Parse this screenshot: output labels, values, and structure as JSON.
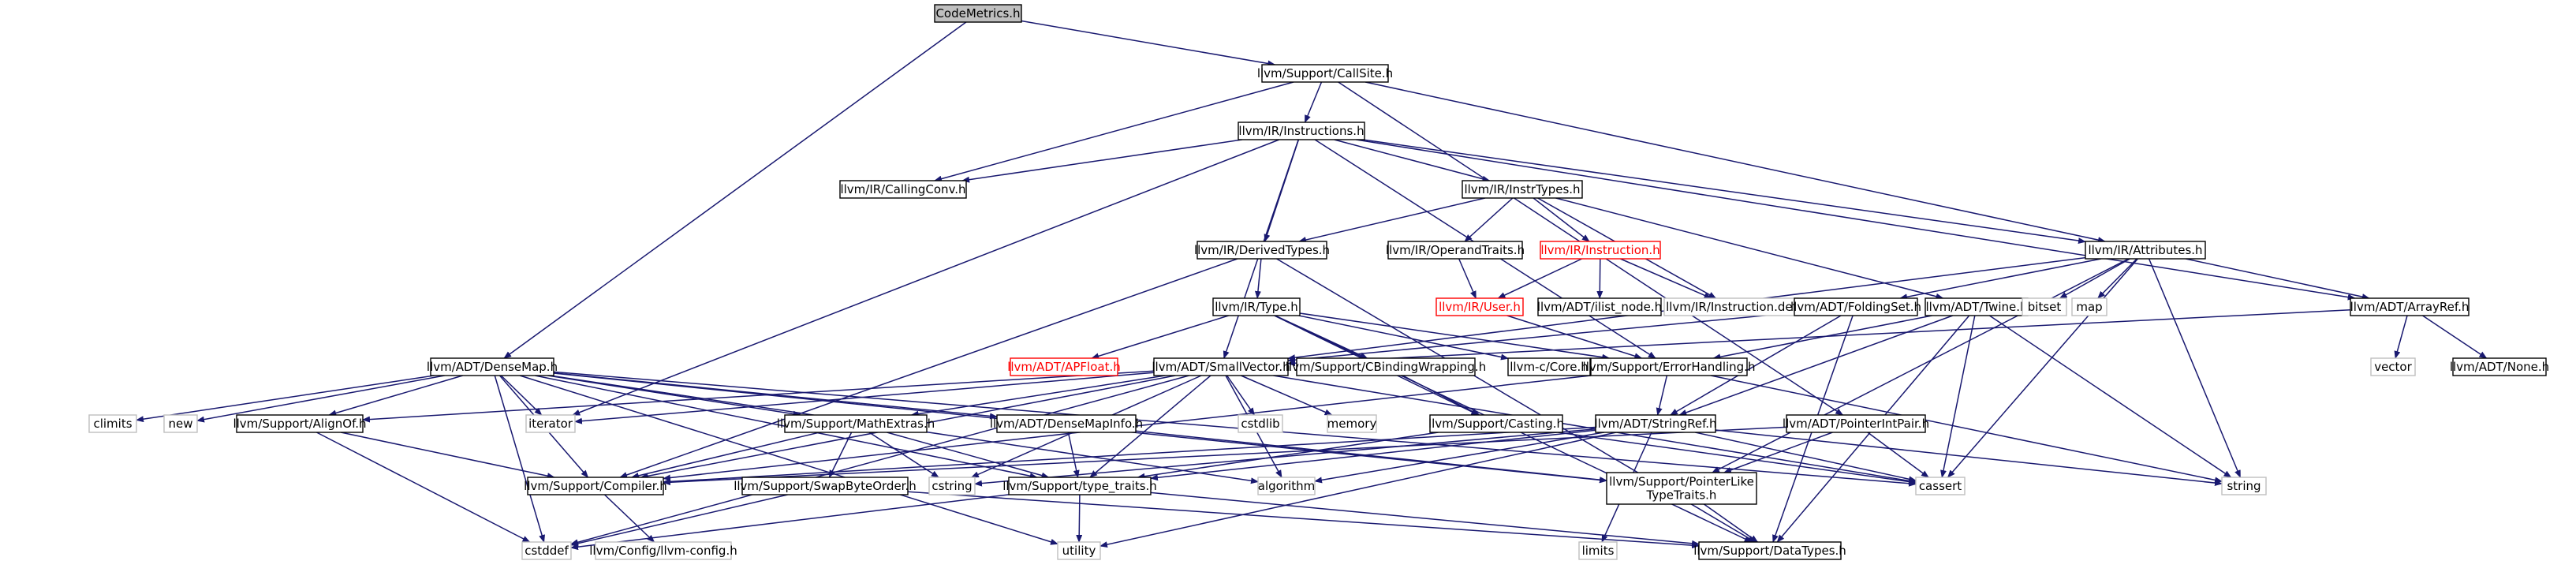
{
  "colors": {
    "edge": "#191970",
    "text": "#000000",
    "border": "#000000",
    "border_missing": "#bfbfbf",
    "border_linked": "#ff0000",
    "text_linked": "#ff0000",
    "root_fill": "#bfbfbf"
  },
  "nodes": [
    {
      "id": "codemetrics",
      "label": "CodeMetrics.h",
      "style": "root"
    },
    {
      "id": "callsite",
      "label": "llvm/Support/CallSite.h",
      "style": "normal"
    },
    {
      "id": "instructions",
      "label": "llvm/IR/Instructions.h",
      "style": "normal"
    },
    {
      "id": "callingconv",
      "label": "llvm/IR/CallingConv.h",
      "style": "normal"
    },
    {
      "id": "instrtypes",
      "label": "llvm/IR/InstrTypes.h",
      "style": "normal"
    },
    {
      "id": "derivedtypes",
      "label": "llvm/IR/DerivedTypes.h",
      "style": "normal"
    },
    {
      "id": "operandtraits",
      "label": "llvm/IR/OperandTraits.h",
      "style": "normal"
    },
    {
      "id": "instruction",
      "label": "llvm/IR/Instruction.h",
      "style": "linked"
    },
    {
      "id": "attributes",
      "label": "llvm/IR/Attributes.h",
      "style": "normal"
    },
    {
      "id": "user",
      "label": "llvm/IR/User.h",
      "style": "linked"
    },
    {
      "id": "ilistnode",
      "label": "llvm/ADT/ilist_node.h",
      "style": "normal"
    },
    {
      "id": "instructiondef",
      "label": "llvm/IR/Instruction.def",
      "style": "missing"
    },
    {
      "id": "foldingset",
      "label": "llvm/ADT/FoldingSet.h",
      "style": "normal"
    },
    {
      "id": "twine",
      "label": "llvm/ADT/Twine.h",
      "style": "normal"
    },
    {
      "id": "bitset",
      "label": "bitset",
      "style": "missing"
    },
    {
      "id": "map",
      "label": "map",
      "style": "missing"
    },
    {
      "id": "arrayref",
      "label": "llvm/ADT/ArrayRef.h",
      "style": "normal"
    },
    {
      "id": "vector",
      "label": "vector",
      "style": "missing"
    },
    {
      "id": "none",
      "label": "llvm/ADT/None.h",
      "style": "normal"
    },
    {
      "id": "type",
      "label": "llvm/IR/Type.h",
      "style": "normal"
    },
    {
      "id": "apfloat",
      "label": "llvm/ADT/APFloat.h",
      "style": "linked"
    },
    {
      "id": "smallvector",
      "label": "llvm/ADT/SmallVector.h",
      "style": "normal"
    },
    {
      "id": "cbinding",
      "label": "llvm/Support/CBindingWrapping.h",
      "style": "normal"
    },
    {
      "id": "ccore",
      "label": "llvm-c/Core.h",
      "style": "normal"
    },
    {
      "id": "errorhandling",
      "label": "llvm/Support/ErrorHandling.h",
      "style": "normal"
    },
    {
      "id": "densemap",
      "label": "llvm/ADT/DenseMap.h",
      "style": "normal"
    },
    {
      "id": "climits",
      "label": "climits",
      "style": "missing"
    },
    {
      "id": "new",
      "label": "new",
      "style": "missing"
    },
    {
      "id": "alignof",
      "label": "llvm/Support/AlignOf.h",
      "style": "normal"
    },
    {
      "id": "iterator",
      "label": "iterator",
      "style": "missing"
    },
    {
      "id": "mathextras",
      "label": "llvm/Support/MathExtras.h",
      "style": "normal"
    },
    {
      "id": "cstdlib",
      "label": "cstdlib",
      "style": "missing"
    },
    {
      "id": "memory",
      "label": "memory",
      "style": "missing"
    },
    {
      "id": "densemapinfo",
      "label": "llvm/ADT/DenseMapInfo.h",
      "style": "normal"
    },
    {
      "id": "casting",
      "label": "llvm/Support/Casting.h",
      "style": "normal"
    },
    {
      "id": "stringref",
      "label": "llvm/ADT/StringRef.h",
      "style": "normal"
    },
    {
      "id": "pointerintpair",
      "label": "llvm/ADT/PointerIntPair.h",
      "style": "normal"
    },
    {
      "id": "compiler",
      "label": "llvm/Support/Compiler.h",
      "style": "normal"
    },
    {
      "id": "swapbyteorder",
      "label": "llvm/Support/SwapByteOrder.h",
      "style": "normal"
    },
    {
      "id": "cstring",
      "label": "cstring",
      "style": "missing"
    },
    {
      "id": "typetraits",
      "label": "llvm/Support/type_traits.h",
      "style": "normal"
    },
    {
      "id": "algorithm",
      "label": "algorithm",
      "style": "missing"
    },
    {
      "id": "pointerliketraits",
      "label": [
        "llvm/Support/PointerLike",
        "TypeTraits.h"
      ],
      "style": "normal"
    },
    {
      "id": "cassert",
      "label": "cassert",
      "style": "missing"
    },
    {
      "id": "string",
      "label": "string",
      "style": "missing"
    },
    {
      "id": "cstddef",
      "label": "cstddef",
      "style": "missing"
    },
    {
      "id": "llvmconfig",
      "label": "llvm/Config/llvm-config.h",
      "style": "missing"
    },
    {
      "id": "utility",
      "label": "utility",
      "style": "missing"
    },
    {
      "id": "limits",
      "label": "limits",
      "style": "missing"
    },
    {
      "id": "datatypes",
      "label": "llvm/Support/DataTypes.h",
      "style": "normal"
    }
  ],
  "edges": [
    [
      "codemetrics",
      "callsite"
    ],
    [
      "codemetrics",
      "densemap"
    ],
    [
      "callsite",
      "instructions"
    ],
    [
      "callsite",
      "callingconv"
    ],
    [
      "callsite",
      "attributes"
    ],
    [
      "callsite",
      "pointerintpair"
    ],
    [
      "instructions",
      "callingconv"
    ],
    [
      "instructions",
      "instrtypes"
    ],
    [
      "instructions",
      "derivedtypes"
    ],
    [
      "instructions",
      "attributes"
    ],
    [
      "instructions",
      "arrayref"
    ],
    [
      "instructions",
      "smallvector"
    ],
    [
      "instructions",
      "errorhandling"
    ],
    [
      "instructions",
      "iterator"
    ],
    [
      "instrtypes",
      "derivedtypes"
    ],
    [
      "instrtypes",
      "operandtraits"
    ],
    [
      "instrtypes",
      "instruction"
    ],
    [
      "instrtypes",
      "instructiondef"
    ],
    [
      "instrtypes",
      "twine"
    ],
    [
      "derivedtypes",
      "type"
    ],
    [
      "derivedtypes",
      "compiler"
    ],
    [
      "derivedtypes",
      "datatypes"
    ],
    [
      "operandtraits",
      "user"
    ],
    [
      "instruction",
      "user"
    ],
    [
      "instruction",
      "ilistnode"
    ],
    [
      "instruction",
      "instructiondef"
    ],
    [
      "attributes",
      "foldingset"
    ],
    [
      "attributes",
      "bitset"
    ],
    [
      "attributes",
      "map"
    ],
    [
      "attributes",
      "arrayref"
    ],
    [
      "attributes",
      "string"
    ],
    [
      "attributes",
      "cassert"
    ],
    [
      "attributes",
      "smallvector"
    ],
    [
      "attributes",
      "pointerliketraits"
    ],
    [
      "user",
      "errorhandling"
    ],
    [
      "foldingset",
      "smallvector"
    ],
    [
      "foldingset",
      "stringref"
    ],
    [
      "foldingset",
      "datatypes"
    ],
    [
      "twine",
      "stringref"
    ],
    [
      "twine",
      "cassert"
    ],
    [
      "twine",
      "string"
    ],
    [
      "twine",
      "datatypes"
    ],
    [
      "twine",
      "errorhandling"
    ],
    [
      "arrayref",
      "vector"
    ],
    [
      "arrayref",
      "none"
    ],
    [
      "arrayref",
      "smallvector"
    ],
    [
      "type",
      "apfloat"
    ],
    [
      "type",
      "cbinding"
    ],
    [
      "type",
      "ccore"
    ],
    [
      "type",
      "errorhandling"
    ],
    [
      "type",
      "casting"
    ],
    [
      "type",
      "datatypes"
    ],
    [
      "smallvector",
      "alignof"
    ],
    [
      "smallvector",
      "mathextras"
    ],
    [
      "smallvector",
      "compiler"
    ],
    [
      "smallvector",
      "cstdlib"
    ],
    [
      "smallvector",
      "memory"
    ],
    [
      "smallvector",
      "cstddef"
    ],
    [
      "smallvector",
      "iterator"
    ],
    [
      "smallvector",
      "cstring"
    ],
    [
      "smallvector",
      "typetraits"
    ],
    [
      "smallvector",
      "algorithm"
    ],
    [
      "smallvector",
      "cassert"
    ],
    [
      "cbinding",
      "casting"
    ],
    [
      "errorhandling",
      "compiler"
    ],
    [
      "errorhandling",
      "stringref"
    ],
    [
      "errorhandling",
      "string"
    ],
    [
      "densemap",
      "climits"
    ],
    [
      "densemap",
      "new"
    ],
    [
      "densemap",
      "alignof"
    ],
    [
      "densemap",
      "iterator"
    ],
    [
      "densemap",
      "mathextras"
    ],
    [
      "densemap",
      "densemapinfo"
    ],
    [
      "densemap",
      "compiler"
    ],
    [
      "densemap",
      "cstddef"
    ],
    [
      "densemap",
      "typetraits"
    ],
    [
      "densemap",
      "algorithm"
    ],
    [
      "densemap",
      "pointerliketraits"
    ],
    [
      "densemap",
      "cassert"
    ],
    [
      "densemap",
      "utility"
    ],
    [
      "alignof",
      "compiler"
    ],
    [
      "alignof",
      "cstddef"
    ],
    [
      "mathextras",
      "compiler"
    ],
    [
      "mathextras",
      "swapbyteorder"
    ],
    [
      "mathextras",
      "cstring"
    ],
    [
      "mathextras",
      "typetraits"
    ],
    [
      "densemapinfo",
      "pointerliketraits"
    ],
    [
      "densemapinfo",
      "typetraits"
    ],
    [
      "casting",
      "typetraits"
    ],
    [
      "casting",
      "cassert"
    ],
    [
      "stringref",
      "cstring"
    ],
    [
      "stringref",
      "typetraits"
    ],
    [
      "stringref",
      "algorithm"
    ],
    [
      "stringref",
      "cassert"
    ],
    [
      "stringref",
      "limits"
    ],
    [
      "stringref",
      "string"
    ],
    [
      "stringref",
      "utility"
    ],
    [
      "stringref",
      "compiler"
    ],
    [
      "pointerintpair",
      "pointerliketraits"
    ],
    [
      "pointerintpair",
      "compiler"
    ],
    [
      "pointerintpair",
      "cassert"
    ],
    [
      "compiler",
      "llvmconfig"
    ],
    [
      "swapbyteorder",
      "datatypes"
    ],
    [
      "swapbyteorder",
      "cstddef"
    ],
    [
      "typetraits",
      "utility"
    ],
    [
      "typetraits",
      "cstddef"
    ],
    [
      "typetraits",
      "datatypes"
    ],
    [
      "pointerliketraits",
      "datatypes"
    ]
  ]
}
